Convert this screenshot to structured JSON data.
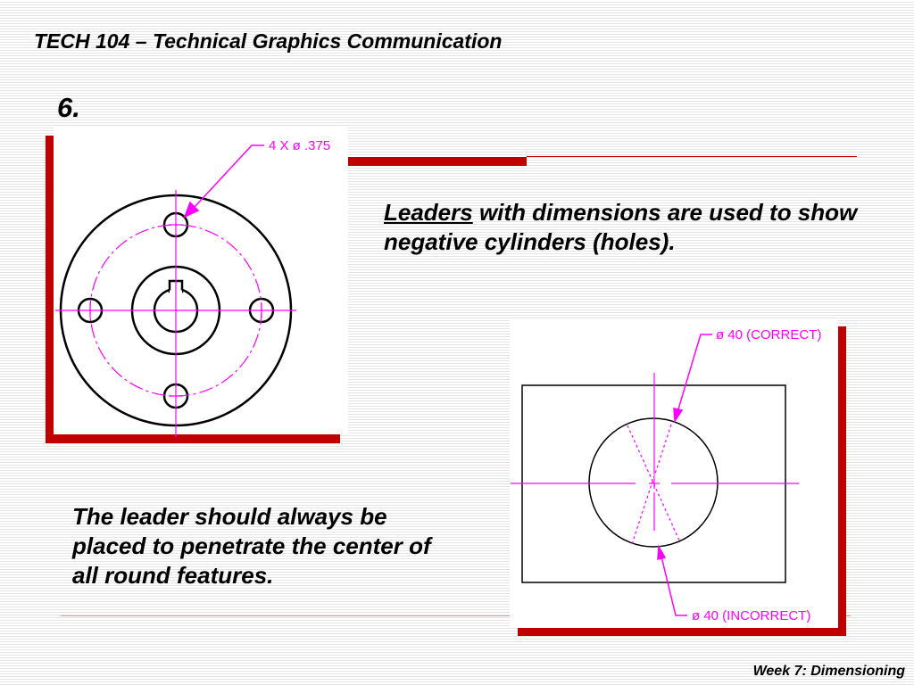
{
  "header": {
    "title": "TECH 104 – Technical Graphics Communication"
  },
  "slide": {
    "number": "6."
  },
  "paragraph1": {
    "emphasis": "Leaders",
    "rest": " with dimensions are used to show negative cylinders (holes)."
  },
  "paragraph2": {
    "text": "The leader should always be placed to penetrate the center of all round features."
  },
  "figure1": {
    "callout": "4 X ø .375"
  },
  "figure2": {
    "correct": "ø 40 (CORRECT)",
    "incorrect": "ø 40 (INCORRECT)"
  },
  "footer": {
    "text": "Week 7: Dimensioning"
  },
  "colors": {
    "accent": "#c00000",
    "leader": "#ff00ff",
    "outline": "#000000"
  }
}
